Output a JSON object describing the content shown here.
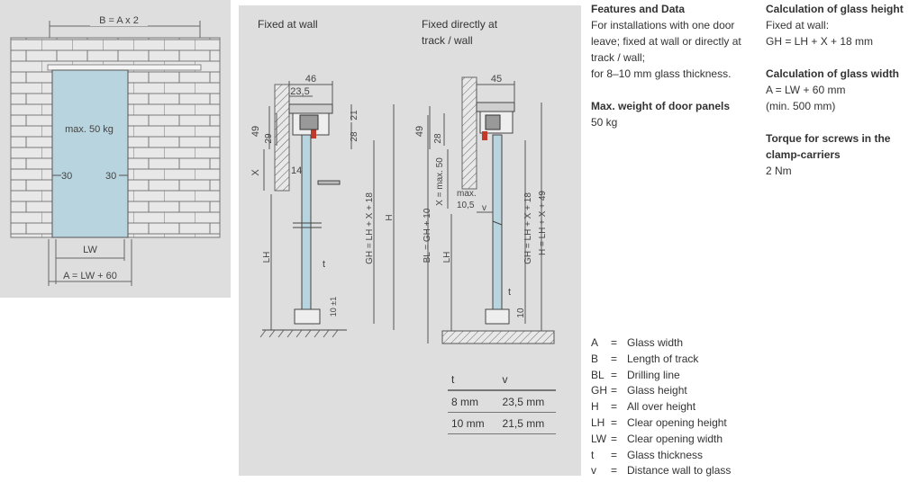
{
  "left_diagram": {
    "top_dim": "B = A x 2",
    "weight": "max. 50 kg",
    "left_gap": "30",
    "right_gap": "30",
    "lw": "LW",
    "a_dim": "A = LW + 60"
  },
  "mid_diagram": {
    "title_wall": "Fixed at wall",
    "title_track_1": "Fixed directly at",
    "title_track_2": "track / wall",
    "wall": {
      "d46": "46",
      "d23_5": "23,5",
      "d49": "49",
      "d29": "29",
      "d21": "21",
      "d28": "28",
      "x": "X",
      "d14": "14",
      "gh": "GH = LH + X + 18",
      "h": "H",
      "lh": "LH",
      "t": "t",
      "d10": "10 ±1"
    },
    "track": {
      "d45": "45",
      "d49": "49",
      "d28": "28",
      "xmax": "X = max. 50",
      "max": "max.",
      "d10_5": "10,5",
      "v": "v",
      "bl": "BL = GH + 10",
      "lh": "LH",
      "gh": "GH = LH + X + 18",
      "h": "H = LH + X + 49",
      "t": "t",
      "d10": "10"
    }
  },
  "tv_table": {
    "headers": [
      "t",
      "v"
    ],
    "rows": [
      [
        "8 mm",
        "23,5 mm"
      ],
      [
        "10 mm",
        "21,5 mm"
      ]
    ]
  },
  "info": {
    "features_title": "Features and Data",
    "features_lines": [
      "For installations with one door",
      "leave; fixed at wall or directly at",
      "track / wall;",
      "for 8–10 mm glass thickness."
    ],
    "weight_title": "Max. weight of door panels",
    "weight_value": "50 kg",
    "height_title": "Calculation of glass height",
    "height_line1": "Fixed at wall:",
    "height_line2": "GH = LH + X + 18 mm",
    "width_title": "Calculation of glass width",
    "width_line1": "A = LW + 60 mm",
    "width_line2": "(min. 500 mm)",
    "torque_title_1": "Torque for screws in the",
    "torque_title_2": "clamp-carriers",
    "torque_value": "2 Nm"
  },
  "legend": [
    {
      "key": "A",
      "desc": "Glass width"
    },
    {
      "key": "B",
      "desc": "Length of track"
    },
    {
      "key": "BL",
      "desc": "Drilling line"
    },
    {
      "key": "GH",
      "desc": "Glass height"
    },
    {
      "key": "H",
      "desc": "All over height"
    },
    {
      "key": "LH",
      "desc": "Clear opening height"
    },
    {
      "key": "LW",
      "desc": "Clear opening width"
    },
    {
      "key": "t",
      "desc": "Glass thickness"
    },
    {
      "key": "v",
      "desc": "Distance wall to glass"
    }
  ],
  "colors": {
    "panel_bg": "#dedede",
    "glass": "#b8d4de",
    "line": "#555555",
    "accent_red": "#c0392b"
  }
}
